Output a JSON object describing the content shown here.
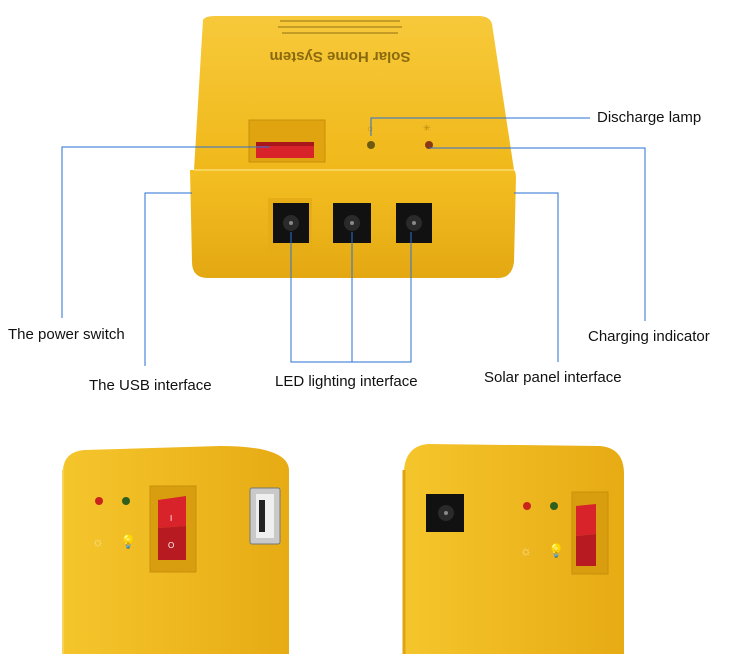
{
  "image": {
    "description_labels": {
      "discharge_lamp": "Discharge lamp",
      "power_switch": "The power switch",
      "charging_indicator": "Charging indicator",
      "usb_interface": "The USB interface",
      "led_interface": "LED lighting interface",
      "solar_interface": "Solar panel interface"
    },
    "device_top_text": "Solar Home System"
  },
  "colors": {
    "device_body": "#f2b91e",
    "device_shadow": "#d99e0f",
    "callout_line": "#2a6fd6",
    "switch_red": "#d8232a"
  }
}
